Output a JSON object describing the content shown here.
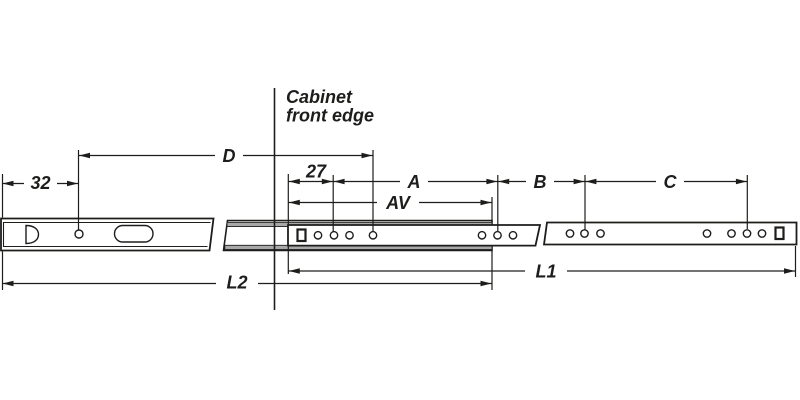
{
  "diagram": {
    "annotation": {
      "line1": "Cabinet",
      "line2": "front edge"
    },
    "dimensions": {
      "offset_32": "32",
      "D": "D",
      "offset_27": "27",
      "A": "A",
      "AV": "AV",
      "B": "B",
      "C": "C",
      "L1": "L1",
      "L2": "L2"
    },
    "colors": {
      "line": "#1d1d1b",
      "rail-fill": "#ffffff",
      "band-gray": "#a8a8a8",
      "background": "#ffffff"
    }
  }
}
